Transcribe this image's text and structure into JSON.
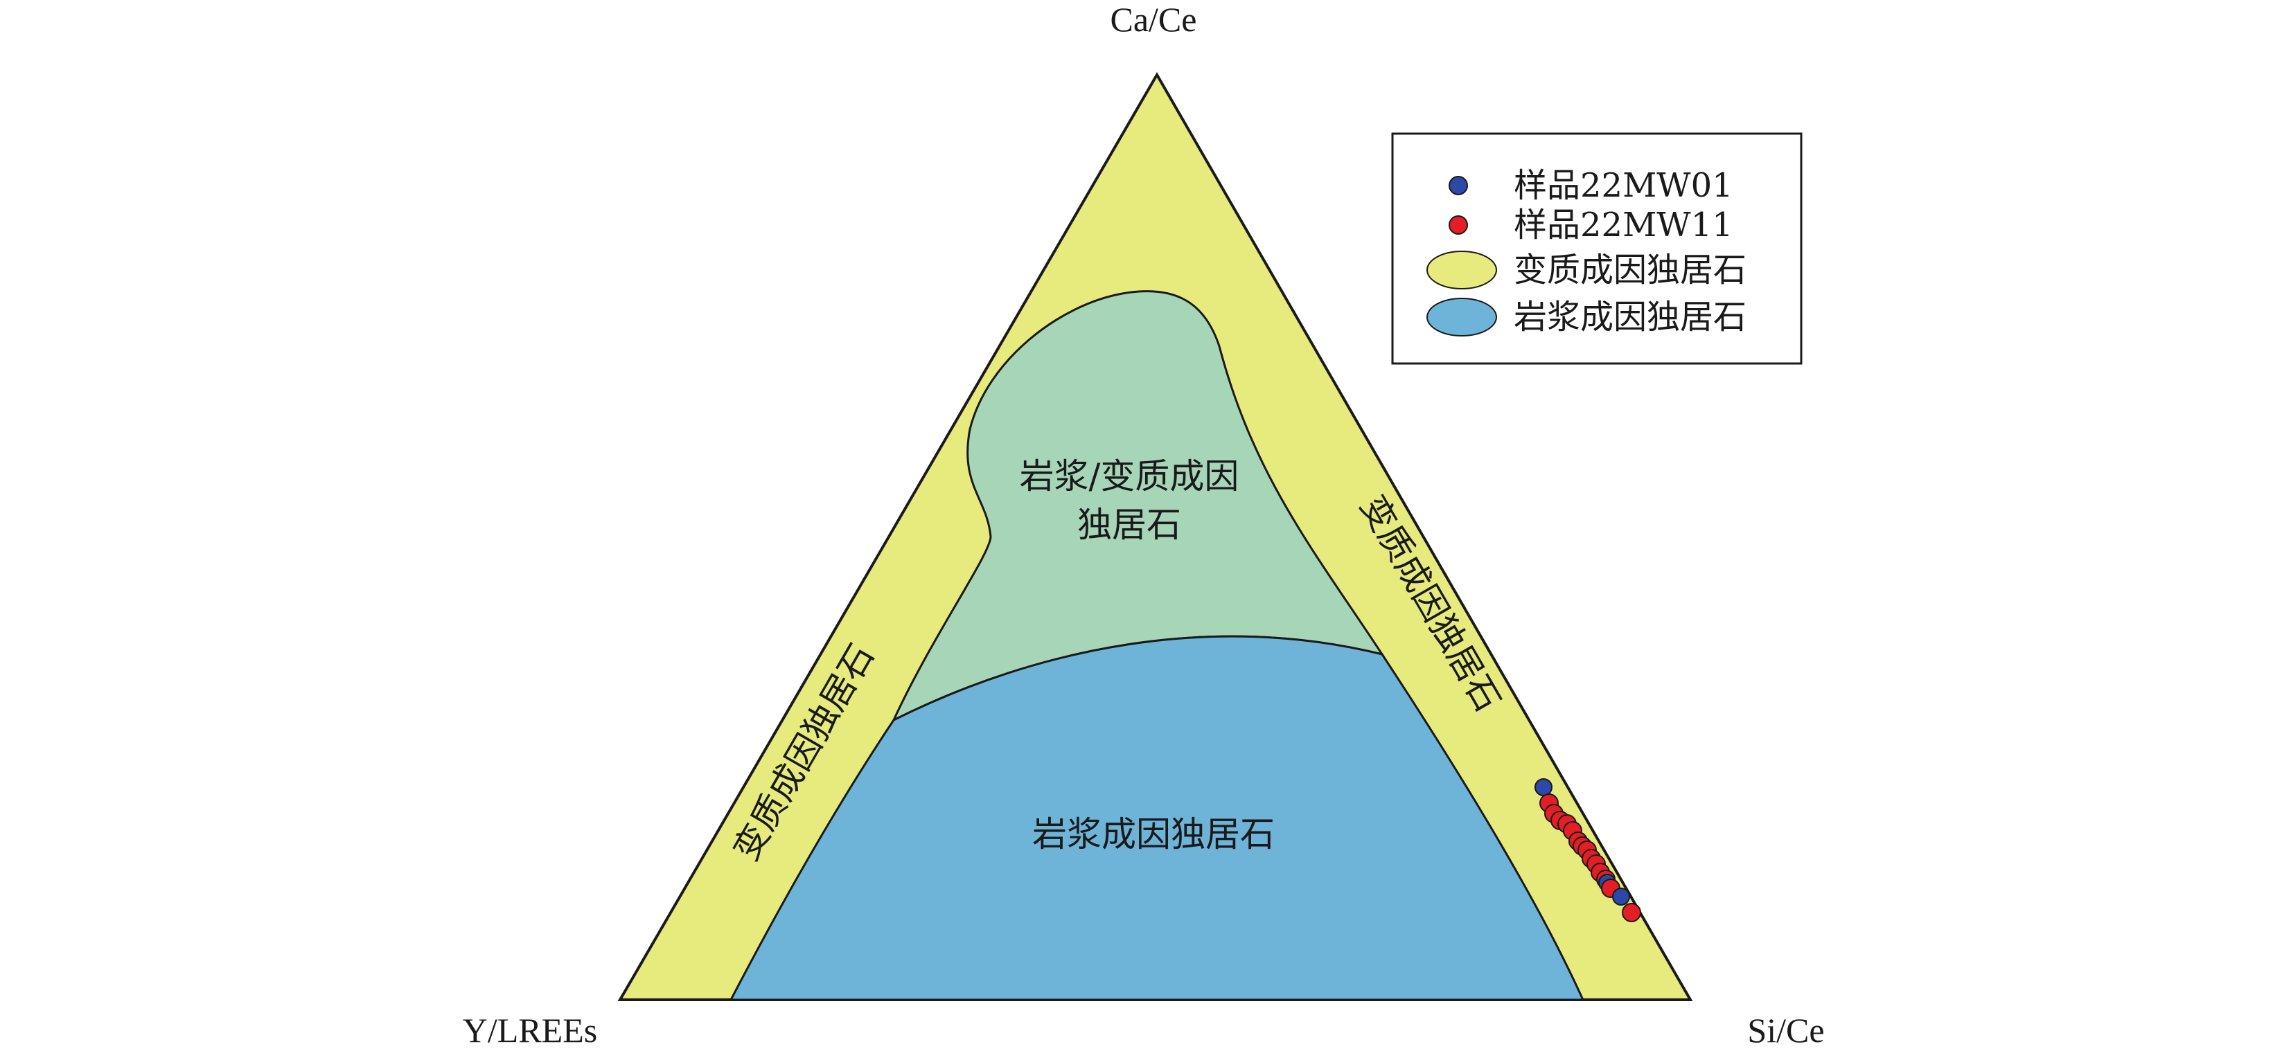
{
  "diagram": {
    "axes": {
      "top": "Ca/Ce",
      "left": "Y/LREEs",
      "right": "Si/Ce"
    },
    "regions": {
      "metamorphic": "变质成因独居石",
      "mixed_line1": "岩浆/变质成因",
      "mixed_line2": "独居石",
      "magmatic": "岩浆成因独居石"
    },
    "colors": {
      "metamorphic": "#e7ea7c",
      "mixed": "#a6d5b8",
      "magmatic": "#6eb4d8",
      "sample_22MW01": "#2c48a8",
      "sample_22MW11": "#e31e24"
    }
  },
  "legend": {
    "items": [
      {
        "label": "样品22MW01",
        "marker": "circle"
      },
      {
        "label": "样品22MW11",
        "marker": "circle"
      },
      {
        "label": "变质成因独居石",
        "marker": "ellipse"
      },
      {
        "label": "岩浆成因独居石",
        "marker": "ellipse"
      }
    ]
  }
}
